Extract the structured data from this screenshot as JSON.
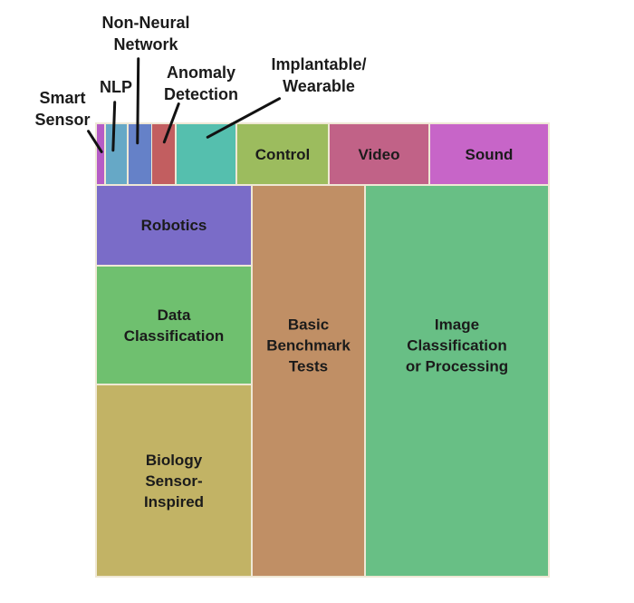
{
  "figure": {
    "background": "#ffffff",
    "gap_color": "#efe8d5",
    "text_color": "#1b1b1b",
    "line_color": "#121212"
  },
  "chart_data": {
    "type": "treemap",
    "title": "",
    "legend": "none",
    "value_labels_shown": false,
    "items": [
      {
        "id": "smart_sensor",
        "label": "Smart Sensor",
        "display": "Smart\nSensor",
        "label_placement": "callout",
        "color": "#b55cc6",
        "area_pct_estimated": 0.2
      },
      {
        "id": "nlp",
        "label": "NLP",
        "display": "NLP",
        "label_placement": "callout",
        "color": "#66a8c6",
        "area_pct_estimated": 0.6
      },
      {
        "id": "non_neural",
        "label": "Non-Neural Network",
        "display": "Non-Neural\nNetwork",
        "label_placement": "callout",
        "color": "#6581c8",
        "area_pct_estimated": 0.7
      },
      {
        "id": "anomaly",
        "label": "Anomaly Detection",
        "display": "Anomaly\nDetection",
        "label_placement": "callout",
        "color": "#c25e60",
        "area_pct_estimated": 0.7
      },
      {
        "id": "implantable",
        "label": "Implantable/Wearable",
        "display": "Implantable/\nWearable",
        "label_placement": "callout",
        "color": "#55bfae",
        "area_pct_estimated": 1.7
      },
      {
        "id": "control",
        "label": "Control",
        "display": "Control",
        "label_placement": "inside",
        "color": "#9cbc5e",
        "area_pct_estimated": 2.7
      },
      {
        "id": "video",
        "label": "Video",
        "display": "Video",
        "label_placement": "inside",
        "color": "#c16287",
        "area_pct_estimated": 2.9
      },
      {
        "id": "sound",
        "label": "Sound",
        "display": "Sound",
        "label_placement": "inside",
        "color": "#c765c8",
        "area_pct_estimated": 3.5
      },
      {
        "id": "robotics",
        "label": "Robotics",
        "display": "Robotics",
        "label_placement": "inside",
        "color": "#7a6cc8",
        "area_pct_estimated": 6.0
      },
      {
        "id": "data_classification",
        "label": "Data Classification",
        "display": "Data\nClassification",
        "label_placement": "inside",
        "color": "#6fc06f",
        "area_pct_estimated": 8.8
      },
      {
        "id": "biology",
        "label": "Biology Sensor-Inspired",
        "display": "Biology\nSensor-\nInspired",
        "label_placement": "inside",
        "color": "#c2b365",
        "area_pct_estimated": 14.4
      },
      {
        "id": "benchmark",
        "label": "Basic Benchmark Tests",
        "display": "Basic\nBenchmark\nTests",
        "label_placement": "inside",
        "color": "#c08f65",
        "area_pct_estimated": 21.3
      },
      {
        "id": "image",
        "label": "Image Classification or Processing",
        "display": "Image\nClassification\nor Processing",
        "label_placement": "inside",
        "color": "#68bf85",
        "area_pct_estimated": 34.9
      }
    ]
  }
}
